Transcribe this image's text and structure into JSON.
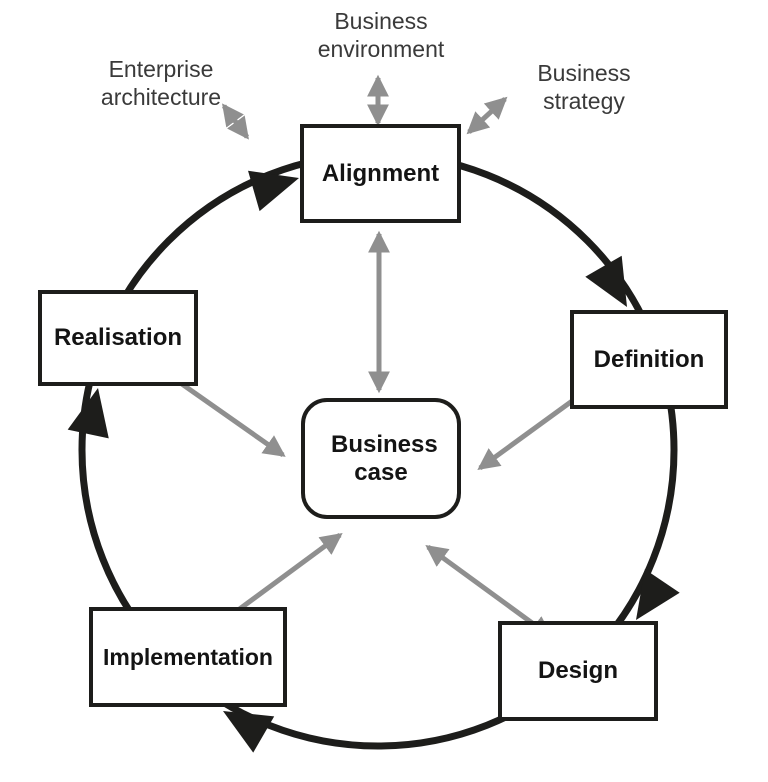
{
  "colors": {
    "ink": "#1d1d1b",
    "arrow_gray": "#8f8f8f",
    "label_text": "#3a3a3a",
    "box_text": "#141414",
    "background": "#ffffff"
  },
  "diagram": {
    "type": "cycle-diagram",
    "center_node": {
      "label": "Business case"
    },
    "stage_nodes": [
      {
        "id": "alignment",
        "label": "Alignment"
      },
      {
        "id": "definition",
        "label": "Definition"
      },
      {
        "id": "design",
        "label": "Design"
      },
      {
        "id": "implementation",
        "label": "Implementation"
      },
      {
        "id": "realisation",
        "label": "Realisation"
      }
    ],
    "cycle_order": [
      "Alignment",
      "Definition",
      "Design",
      "Implementation",
      "Realisation"
    ],
    "cycle_direction": "clockwise",
    "external_labels": [
      {
        "id": "enterprise-architecture",
        "label": "Enterprise architecture",
        "connected_to": "Alignment"
      },
      {
        "id": "business-environment",
        "label": "Business environment",
        "connected_to": "Alignment"
      },
      {
        "id": "business-strategy",
        "label": "Business strategy",
        "connected_to": "Alignment"
      }
    ],
    "center_connections": [
      "Alignment",
      "Definition",
      "Design",
      "Implementation",
      "Realisation"
    ],
    "connection_style": "double-headed gray arrows"
  }
}
